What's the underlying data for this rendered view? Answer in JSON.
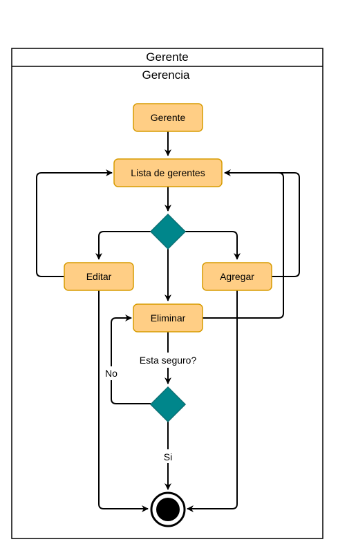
{
  "pool": {
    "title": "Gerente",
    "lane_title": "Gerencia"
  },
  "nodes": {
    "start": "Gerente",
    "list": "Lista de gerentes",
    "edit": "Editar",
    "add": "Agregar",
    "delete": "Eliminar"
  },
  "edge_labels": {
    "confirm_question": "Esta seguro?",
    "no": "No",
    "yes": "Si"
  },
  "colors": {
    "activity_fill": "#FFCE85",
    "activity_stroke": "#D79B00",
    "decision_fill": "#00868B",
    "decision_stroke": "#0B6F73",
    "edge": "#000000"
  }
}
